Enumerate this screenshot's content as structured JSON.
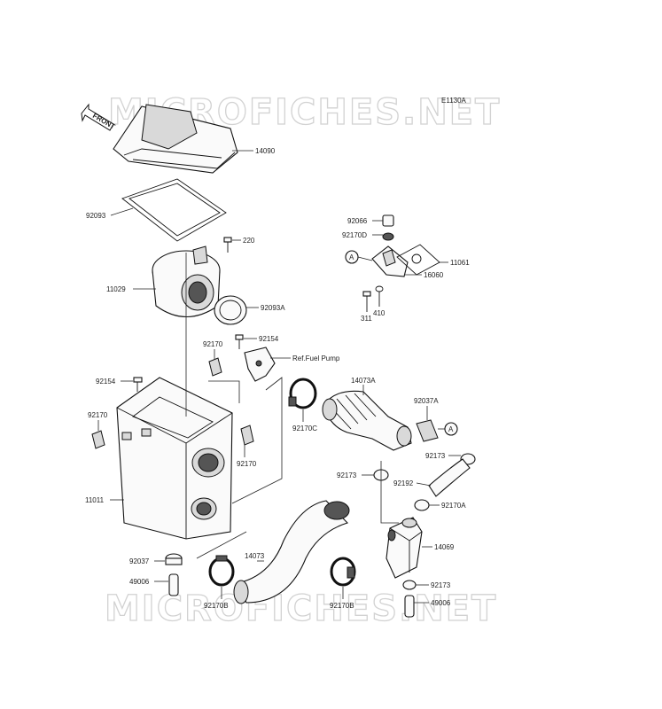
{
  "diagram_code": "E1130A",
  "watermark": "MICROFICHES.NET",
  "front_label": "FRONT",
  "ref_note": "Ref.Fuel Pump",
  "callout_letter": "A",
  "parts": {
    "p14090": "14090",
    "p92093": "92093",
    "p220": "220",
    "p11029": "11029",
    "p92093A": "92093A",
    "p92154a": "92154",
    "p92170a": "92170",
    "p92154b": "92154",
    "p92170b": "92170",
    "p92170c": "92170",
    "p11011": "11011",
    "p92037": "92037",
    "p49006a": "49006",
    "p92170Ba": "92170B",
    "p14073": "14073",
    "p92170Bb": "92170B",
    "p92170C": "92170C",
    "p14073A": "14073A",
    "p92037A": "92037A",
    "p92173a": "92173",
    "p92173b": "92173",
    "p92192": "92192",
    "p92170A": "92170A",
    "p14069": "14069",
    "p92173c": "92173",
    "p49006b": "49006",
    "p92066": "92066",
    "p92170D": "92170D",
    "p11061": "11061",
    "p16060": "16060",
    "p311": "311",
    "p410": "410"
  }
}
